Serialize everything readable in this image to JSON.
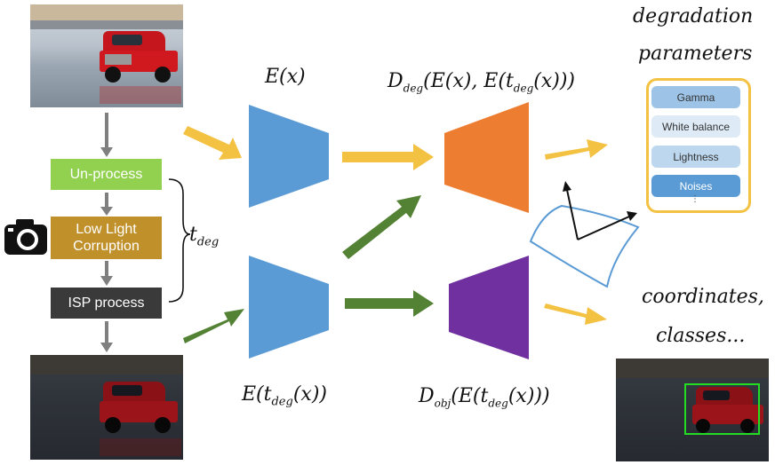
{
  "pipeline": {
    "stages": [
      "Un-process",
      "Low Light\nCorruption",
      "ISP process"
    ],
    "brace_label_main": "t",
    "brace_label_sub": "deg"
  },
  "encoder": {
    "label": "E",
    "top_output_label": "E(x)",
    "bottom_output_main": "E(t",
    "bottom_output_sub": "deg",
    "bottom_output_tail": "(x))"
  },
  "decoder_deg": {
    "label_main": "D",
    "label_sub": "deg",
    "formula_main": "D",
    "formula_sub": "deg",
    "formula_mid": "(E(x), E(t",
    "formula_sub2": "deg",
    "formula_tail": "(x)))"
  },
  "decoder_obj": {
    "label_main": "D",
    "label_sub": "obj",
    "formula_main": "D",
    "formula_sub": "obj",
    "formula_mid": "(E(t",
    "formula_sub2": "deg",
    "formula_tail": "(x)))"
  },
  "outputs": {
    "degradation_line1": "degradation",
    "degradation_line2": "parameters",
    "params": [
      "Gamma",
      "White balance",
      "Lightness",
      "Noises"
    ],
    "more": "⋮",
    "det_line1": "coordinates,",
    "det_line2": "classes..."
  },
  "colors": {
    "orange": "#ED7D31",
    "purple": "#7030A0",
    "blue": "#5B9BD5",
    "yellow_arrow": "#F4C242",
    "green_arrow": "#548235",
    "stage1": "#92D050",
    "stage2": "#C0902A",
    "stage3": "#3A3A3A"
  }
}
